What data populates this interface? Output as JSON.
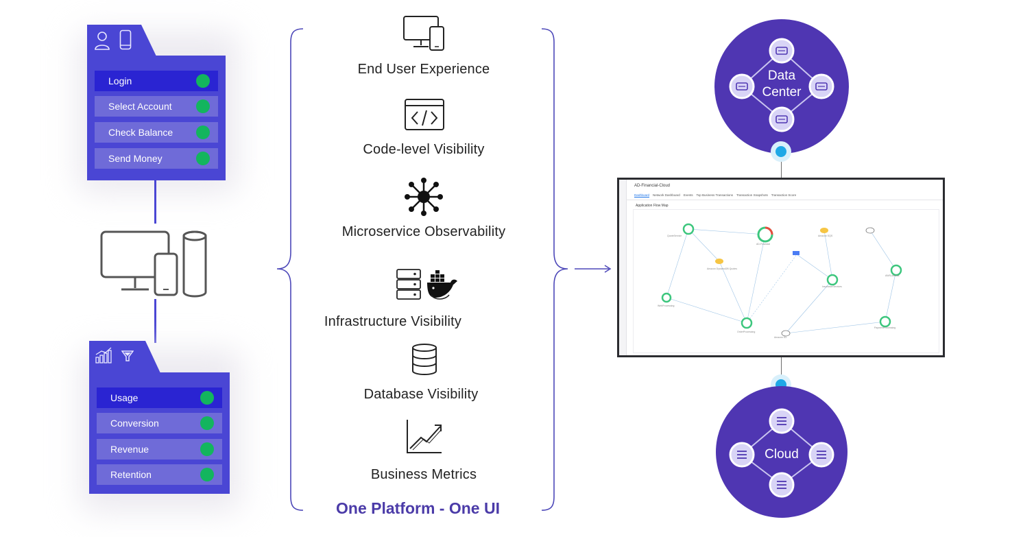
{
  "user_card": {
    "icons": [
      "user-icon",
      "mobile-icon"
    ],
    "steps": [
      {
        "label": "Login",
        "active": true
      },
      {
        "label": "Select Account",
        "active": false
      },
      {
        "label": "Check Balance",
        "active": false
      },
      {
        "label": "Send Money",
        "active": false
      }
    ]
  },
  "business_card": {
    "icons": [
      "chart-icon",
      "funnel-icon"
    ],
    "steps": [
      {
        "label": "Usage",
        "active": true
      },
      {
        "label": "Conversion",
        "active": false
      },
      {
        "label": "Revenue",
        "active": false
      },
      {
        "label": "Retention",
        "active": false
      }
    ]
  },
  "capabilities": [
    {
      "label": "End User Experience",
      "icon": "desktop-mobile-icon"
    },
    {
      "label": "Code-level Visibility",
      "icon": "code-window-icon"
    },
    {
      "label": "Microservice Observability",
      "icon": "hub-network-icon"
    },
    {
      "label": "Infrastructure Visibility",
      "icon": "server-docker-icon"
    },
    {
      "label": "Database Visibility",
      "icon": "database-icon"
    },
    {
      "label": "Business Metrics",
      "icon": "trend-chart-icon"
    }
  ],
  "footer": {
    "title": "One Platform - One UI"
  },
  "data_center": {
    "label_line1": "Data",
    "label_line2": "Center"
  },
  "cloud": {
    "label": "Cloud"
  },
  "dashboard": {
    "app_name": "AD-Financial-Cloud",
    "tabs": [
      "Dashboard",
      "Network Dashboard",
      "Events",
      "Top Business Transactions",
      "Transaction Snapshots",
      "Transaction Score"
    ],
    "view_title": "Application Flow Map",
    "nodes": [
      "QuoteService",
      "AD-Financial",
      "Amazon DynamoDB Quotes",
      "Amazon SQS",
      "WebProcessing",
      "OrderProcessing",
      "Amazon S3",
      "InsuranceServices",
      "AWSLambda",
      "PaymentProcessing"
    ]
  },
  "colors": {
    "card": "#4a46d4",
    "row": "#6f6bd8",
    "row_active": "#2a24d2",
    "status_ok": "#13b55e",
    "circle": "#4f36b2",
    "accent_link": "#1fa8e6",
    "footer": "#4b3ba8"
  }
}
